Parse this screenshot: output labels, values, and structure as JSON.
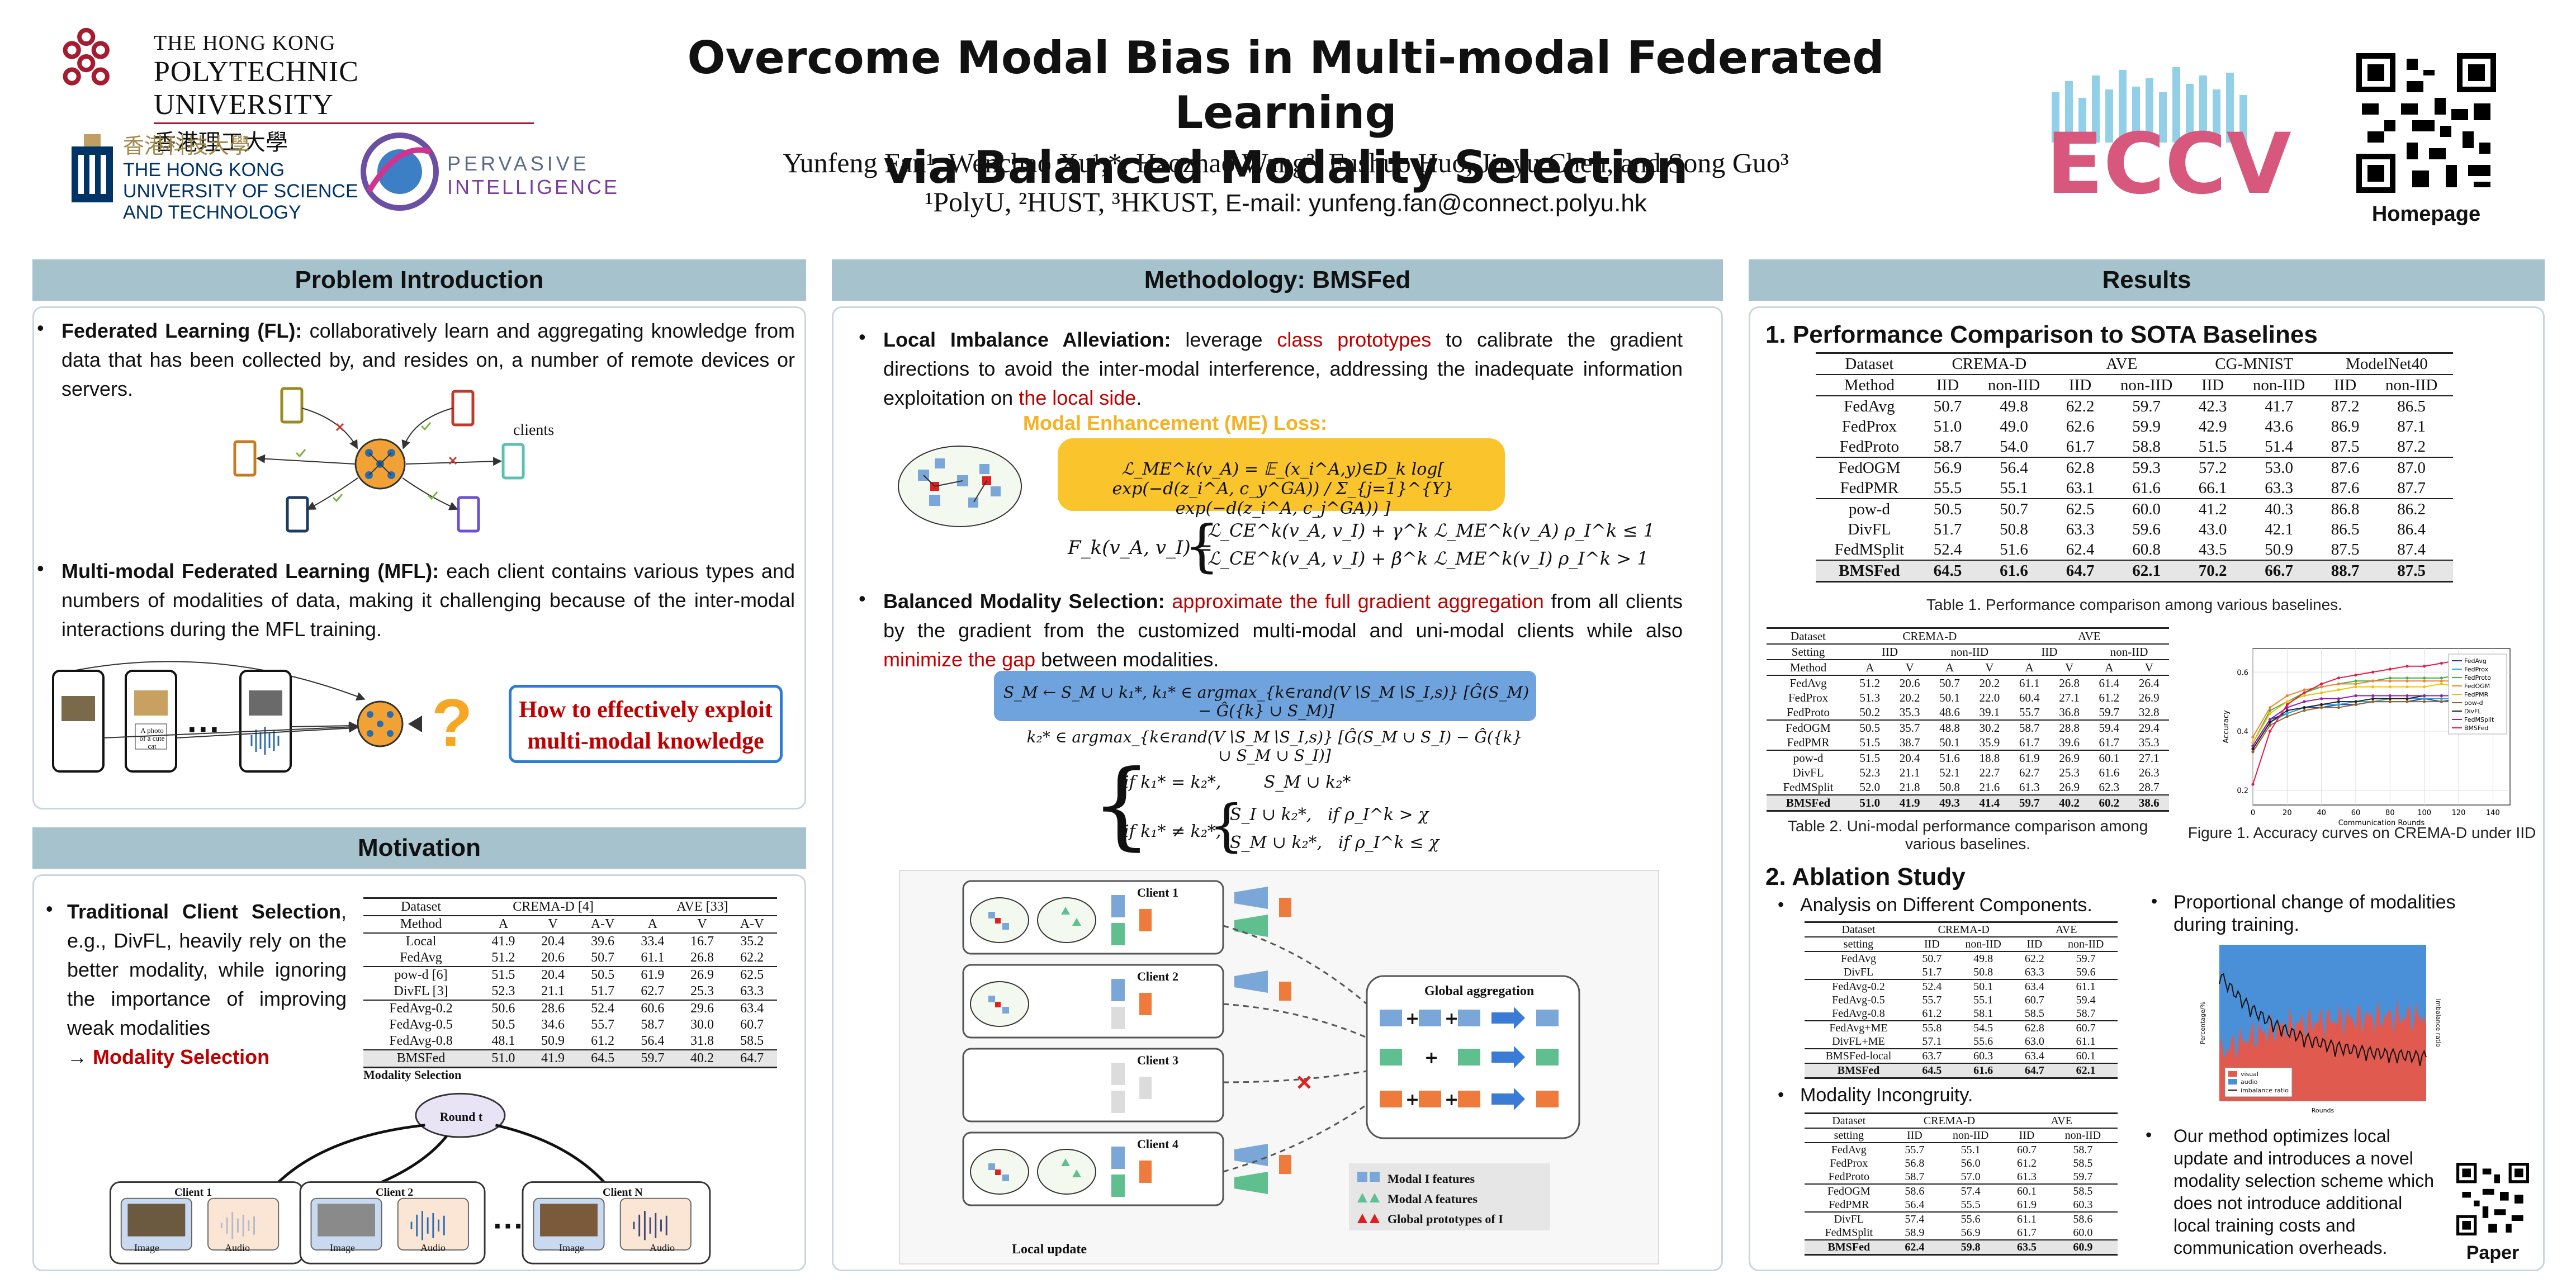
{
  "header": {
    "polyu_en1": "THE HONG KONG",
    "polyu_en2": "POLYTECHNIC UNIVERSITY",
    "polyu_cn": "香港理工大學",
    "hkust_cn": "香港科技大學",
    "hkust_en1": "THE HONG KONG",
    "hkust_en2": "UNIVERSITY OF SCIENCE",
    "hkust_en3": "AND TECHNOLOGY",
    "pi_logo_text1": "PERVASIVE",
    "pi_logo_text2": "INTELLIGENCE",
    "title_line1": "Overcome Modal Bias in Multi-modal Federated Learning",
    "title_line2": "via Balanced Modality Selection",
    "authors": "Yunfeng Fan¹, Wenchao Xu¹,*, Haozhao Wang², Fushuo Huo, Jinyu Chen, and Song Guo³",
    "affiliations": "¹PolyU, ²HUST, ³HKUST, ",
    "email": "E-mail: yunfeng.fan@connect.polyu.hk",
    "eccv_logo": "ECCV",
    "homepage_label": "Homepage"
  },
  "problem": {
    "heading": "Problem Introduction",
    "fl_term": "Federated Learning (FL):",
    "fl_text": " collaboratively learn and aggregating knowledge from data that has been collected by, and resides on, a number of remote devices or servers.",
    "clients_label": "clients",
    "mfl_term": "Multi-modal Federated Learning (MFL):",
    "mfl_text": " each client contains various types and numbers of modalities of data, making it challenging because of the inter-modal interactions during the MFL training.",
    "phone_caption": "A photo of a cute cat",
    "ellipsis": "···",
    "question_mark": "?",
    "callout_line1": "How to effectively exploit",
    "callout_line2": "multi-modal knowledge"
  },
  "motivation": {
    "heading": "Motivation",
    "term": "Traditional Client Selection",
    "text": ", e.g., DivFL, heavily rely on the better modality, while ignoring the importance of improving weak modalities",
    "arrow": "→ ",
    "highlight": "Modality Selection",
    "table": {
      "group_headers": [
        "Dataset",
        "CREMA-D [4]",
        "AVE [33]"
      ],
      "col_headers": [
        "Method",
        "A",
        "V",
        "A-V",
        "A",
        "V",
        "A-V"
      ],
      "rows": [
        [
          "Local",
          "41.9",
          "20.4",
          "39.6",
          "33.4",
          "16.7",
          "35.2"
        ],
        [
          "FedAvg",
          "51.2",
          "20.6",
          "50.7",
          "61.1",
          "26.8",
          "62.2"
        ],
        [
          "pow-d [6]",
          "51.5",
          "20.4",
          "50.5",
          "61.9",
          "26.9",
          "62.5"
        ],
        [
          "DivFL [3]",
          "52.3",
          "21.1",
          "51.7",
          "62.7",
          "25.3",
          "63.3"
        ],
        [
          "FedAvg-0.2",
          "50.6",
          "28.6",
          "52.4",
          "60.6",
          "29.6",
          "63.4"
        ],
        [
          "FedAvg-0.5",
          "50.5",
          "34.6",
          "55.7",
          "58.7",
          "30.0",
          "60.7"
        ],
        [
          "FedAvg-0.8",
          "48.1",
          "50.9",
          "61.2",
          "56.4",
          "31.8",
          "58.5"
        ],
        [
          "BMSFed",
          "51.0",
          "41.9",
          "64.5",
          "59.7",
          "40.2",
          "64.7"
        ]
      ]
    },
    "diagram": {
      "title": "Modality Selection",
      "round": "Round t",
      "client1": "Client 1",
      "client2": "Client 2",
      "clientN": "Client N",
      "image": "Image",
      "audio": "Audio",
      "dots": "···"
    }
  },
  "method": {
    "heading": "Methodology: BMSFed",
    "lia_term": "Local Imbalance Alleviation:",
    "lia_text1": " leverage ",
    "lia_red1": "class prototypes",
    "lia_text2": " to calibrate the gradient directions to avoid the inter-modal interference, addressing the inadequate information exploitation on ",
    "lia_red2": "the local side",
    "lia_text3": ".",
    "me_title": "Modal Enhancement (ME) Loss:",
    "me_eq": "ℒ_ME^k(v_A) = 𝔼_(x_i^A,y)∈D_k log[ exp(−d(z_i^A, c_y^GA)) / Σ_{j=1}^{Y} exp(−d(z_i^A, c_j^GA)) ]",
    "fk_eq_1": "ℒ_CE^k(v_A, v_I) + γ^k ℒ_ME^k(v_A)     ρ_I^k ≤ 1",
    "fk_eq_2": "ℒ_CE^k(v_A, v_I) + β^k ℒ_ME^k(v_I)     ρ_I^k > 1",
    "fk_lhs": "F_k(v_A, v_I) =",
    "bms_term": "Balanced Modality Selection:",
    "bms_red1": "approximate the full gradient aggregation",
    "bms_text1": " from all clients by the gradient from the customized multi-modal and uni-modal clients while also ",
    "bms_red2": "minimize the gap",
    "bms_text2": " between modalities.",
    "sel_eq1": "S_M ← S_M ∪ k₁*,  k₁* ∈ argmax_{k∈rand(V∖S_M∖S_I,s)} [Ĝ(S_M) − Ĝ({k} ∪ S_M)]",
    "sel_eq2": "k₂* ∈ argmax_{k∈rand(V∖S_M∖S_I,s)} [Ĝ(S_M ∪ S_I) − Ĝ({k} ∪ S_M ∪ S_I)]",
    "case1": "if k₁* = k₂*,        S_M ∪ k₂*",
    "case2a": "S_I ∪ k₂*,   if ρ_I^k > χ",
    "case2b": "S_M ∪ k₂*,   if ρ_I^k ≤ χ",
    "case2_cond": "if k₁* ≠ k₂*,",
    "fig": {
      "client1": "Client 1",
      "client2": "Client 2",
      "client3": "Client 3",
      "client4": "Client 4",
      "global": "Global aggregation",
      "local": "Local update",
      "legend1": "Modal I features",
      "legend2": "Modal A features",
      "legend3": "Global prototypes of I"
    }
  },
  "results": {
    "heading": "Results",
    "sub1": "1. Performance Comparison to SOTA Baselines",
    "t1": {
      "groups": [
        "Dataset",
        "CREMA-D",
        "AVE",
        "CG-MNIST",
        "ModelNet40"
      ],
      "cols": [
        "Method",
        "IID",
        "non-IID",
        "IID",
        "non-IID",
        "IID",
        "non-IID",
        "IID",
        "non-IID"
      ],
      "rows": [
        [
          "FedAvg",
          "50.7",
          "49.8",
          "62.2",
          "59.7",
          "42.3",
          "41.7",
          "87.2",
          "86.5"
        ],
        [
          "FedProx",
          "51.0",
          "49.0",
          "62.6",
          "59.9",
          "42.9",
          "43.6",
          "86.9",
          "87.1"
        ],
        [
          "FedProto",
          "58.7",
          "54.0",
          "61.7",
          "58.8",
          "51.5",
          "51.4",
          "87.5",
          "87.2"
        ],
        [
          "FedOGM",
          "56.9",
          "56.4",
          "62.8",
          "59.3",
          "57.2",
          "53.0",
          "87.6",
          "87.0"
        ],
        [
          "FedPMR",
          "55.5",
          "55.1",
          "63.1",
          "61.6",
          "66.1",
          "63.3",
          "87.6",
          "87.7"
        ],
        [
          "pow-d",
          "50.5",
          "50.7",
          "62.5",
          "60.0",
          "41.2",
          "40.3",
          "86.8",
          "86.2"
        ],
        [
          "DivFL",
          "51.7",
          "50.8",
          "63.3",
          "59.6",
          "43.0",
          "42.1",
          "86.5",
          "86.4"
        ],
        [
          "FedMSplit",
          "52.4",
          "51.6",
          "62.4",
          "60.8",
          "43.5",
          "50.9",
          "87.5",
          "87.4"
        ],
        [
          "BMSFed",
          "64.5",
          "61.6",
          "64.7",
          "62.1",
          "70.2",
          "66.7",
          "88.7",
          "87.5"
        ]
      ],
      "caption": "Table 1. Performance comparison among various baselines."
    },
    "t2": {
      "groups": [
        "Dataset",
        "CREMA-D",
        "AVE"
      ],
      "settings": [
        "Setting",
        "IID",
        "non-IID",
        "IID",
        "non-IID"
      ],
      "cols": [
        "Method",
        "A",
        "V",
        "A",
        "V",
        "A",
        "V",
        "A",
        "V"
      ],
      "rows": [
        [
          "FedAvg",
          "51.2",
          "20.6",
          "50.7",
          "20.2",
          "61.1",
          "26.8",
          "61.4",
          "26.4"
        ],
        [
          "FedProx",
          "51.3",
          "20.2",
          "50.1",
          "22.0",
          "60.4",
          "27.1",
          "61.2",
          "26.9"
        ],
        [
          "FedProto",
          "50.2",
          "35.3",
          "48.6",
          "39.1",
          "55.7",
          "36.8",
          "59.7",
          "32.8"
        ],
        [
          "FedOGM",
          "50.5",
          "35.7",
          "48.8",
          "30.2",
          "58.7",
          "28.8",
          "59.4",
          "29.4"
        ],
        [
          "FedPMR",
          "51.5",
          "38.7",
          "50.1",
          "35.9",
          "61.7",
          "39.6",
          "61.7",
          "35.3"
        ],
        [
          "pow-d",
          "51.5",
          "20.4",
          "51.6",
          "18.8",
          "61.9",
          "26.9",
          "60.1",
          "27.1"
        ],
        [
          "DivFL",
          "52.3",
          "21.1",
          "52.1",
          "22.7",
          "62.7",
          "25.3",
          "61.6",
          "26.3"
        ],
        [
          "FedMSplit",
          "52.0",
          "21.8",
          "50.8",
          "21.6",
          "61.3",
          "26.9",
          "62.3",
          "28.7"
        ],
        [
          "BMSFed",
          "51.0",
          "41.9",
          "49.3",
          "41.4",
          "59.7",
          "40.2",
          "60.2",
          "38.6"
        ]
      ],
      "caption1": "Table 2. Uni-modal performance comparison among",
      "caption2": "various baselines."
    },
    "fig1_caption": "Figure 1. Accuracy curves on CREMA-D under IID",
    "sub2": "2. Ablation Study",
    "abl1_title": "Analysis on Different Components.",
    "t3": {
      "groups": [
        "Dataset",
        "CREMA-D",
        "AVE"
      ],
      "cols": [
        "setting",
        "IID",
        "non-IID",
        "IID",
        "non-IID"
      ],
      "rows": [
        [
          "FedAvg",
          "50.7",
          "49.8",
          "62.2",
          "59.7"
        ],
        [
          "DivFL",
          "51.7",
          "50.8",
          "63.3",
          "59.6"
        ],
        [
          "FedAvg-0.2",
          "52.4",
          "50.1",
          "63.4",
          "61.1"
        ],
        [
          "FedAvg-0.5",
          "55.7",
          "55.1",
          "60.7",
          "59.4"
        ],
        [
          "FedAvg-0.8",
          "61.2",
          "58.1",
          "58.5",
          "58.7"
        ],
        [
          "FedAvg+ME",
          "55.8",
          "54.5",
          "62.8",
          "60.7"
        ],
        [
          "DivFL+ME",
          "57.1",
          "55.6",
          "63.0",
          "61.1"
        ],
        [
          "BMSFed-local",
          "63.7",
          "60.3",
          "63.4",
          "60.1"
        ],
        [
          "BMSFed",
          "64.5",
          "61.6",
          "64.7",
          "62.1"
        ]
      ]
    },
    "abl2_title": "Modality Incongruity.",
    "t4": {
      "groups": [
        "Dataset",
        "CREMA-D",
        "AVE"
      ],
      "cols": [
        "setting",
        "IID",
        "non-IID",
        "IID",
        "non-IID"
      ],
      "rows": [
        [
          "FedAvg",
          "55.7",
          "55.1",
          "60.7",
          "58.7"
        ],
        [
          "FedProx",
          "56.8",
          "56.0",
          "61.2",
          "58.5"
        ],
        [
          "FedProto",
          "58.7",
          "57.0",
          "61.3",
          "59.7"
        ],
        [
          "FedOGM",
          "58.6",
          "57.4",
          "60.1",
          "58.5"
        ],
        [
          "FedPMR",
          "56.4",
          "55.5",
          "61.9",
          "60.3"
        ],
        [
          "DivFL",
          "57.4",
          "55.6",
          "61.1",
          "58.6"
        ],
        [
          "FedMSplit",
          "58.9",
          "56.9",
          "61.7",
          "60.0"
        ],
        [
          "BMSFed",
          "62.4",
          "59.8",
          "63.5",
          "60.9"
        ]
      ]
    },
    "prop_title1": "Proportional change of modalities",
    "prop_title2": "during training.",
    "conclusion": "Our method optimizes local update and introduces a novel modality selection scheme which does not introduce additional local training costs and communication overheads.",
    "paper_label": "Paper"
  },
  "chart_data": [
    {
      "type": "line",
      "title": "",
      "xlabel": "Communication Rounds",
      "ylabel": "Accuracy",
      "xlim": [
        0,
        150
      ],
      "ylim": [
        0.15,
        0.68
      ],
      "x_ticks": [
        "0",
        "20",
        "40",
        "60",
        "80",
        "100",
        "120",
        "140"
      ],
      "y_ticks": [
        "0.2",
        "0.4",
        "0.6"
      ],
      "x": [
        0,
        10,
        20,
        30,
        40,
        50,
        60,
        70,
        80,
        90,
        100,
        110,
        120,
        130,
        140
      ],
      "series": [
        {
          "name": "FedAvg",
          "color": "#1f3fbf",
          "values": [
            0.35,
            0.44,
            0.46,
            0.48,
            0.48,
            0.49,
            0.49,
            0.5,
            0.5,
            0.5,
            0.51,
            0.5,
            0.51,
            0.51,
            0.51
          ]
        },
        {
          "name": "FedProx",
          "color": "#2aa7d8",
          "values": [
            0.34,
            0.43,
            0.46,
            0.48,
            0.49,
            0.49,
            0.5,
            0.5,
            0.51,
            0.51,
            0.51,
            0.51,
            0.51,
            0.51,
            0.51
          ]
        },
        {
          "name": "FedProto",
          "color": "#3cb44b",
          "values": [
            0.36,
            0.47,
            0.5,
            0.53,
            0.55,
            0.56,
            0.57,
            0.57,
            0.58,
            0.58,
            0.58,
            0.58,
            0.59,
            0.59,
            0.59
          ]
        },
        {
          "name": "FedOGM",
          "color": "#f58231",
          "values": [
            0.38,
            0.48,
            0.52,
            0.54,
            0.55,
            0.56,
            0.56,
            0.57,
            0.57,
            0.57,
            0.57,
            0.57,
            0.57,
            0.57,
            0.57
          ]
        },
        {
          "name": "FedPMR",
          "color": "#e6c700",
          "values": [
            0.36,
            0.46,
            0.5,
            0.52,
            0.53,
            0.54,
            0.55,
            0.55,
            0.55,
            0.55,
            0.55,
            0.56,
            0.55,
            0.56,
            0.56
          ]
        },
        {
          "name": "pow-d",
          "color": "#9a6324",
          "values": [
            0.33,
            0.42,
            0.45,
            0.47,
            0.48,
            0.48,
            0.49,
            0.5,
            0.5,
            0.5,
            0.5,
            0.5,
            0.5,
            0.51,
            0.51
          ]
        },
        {
          "name": "DivFL",
          "color": "#222222",
          "values": [
            0.34,
            0.43,
            0.47,
            0.48,
            0.49,
            0.5,
            0.5,
            0.51,
            0.51,
            0.51,
            0.52,
            0.52,
            0.52,
            0.52,
            0.52
          ]
        },
        {
          "name": "FedMSplit",
          "color": "#911eb4",
          "values": [
            0.35,
            0.44,
            0.48,
            0.5,
            0.51,
            0.51,
            0.52,
            0.52,
            0.52,
            0.52,
            0.52,
            0.52,
            0.52,
            0.52,
            0.52
          ]
        },
        {
          "name": "BMSFed",
          "color": "#e6194b",
          "values": [
            0.22,
            0.4,
            0.49,
            0.53,
            0.56,
            0.58,
            0.59,
            0.6,
            0.61,
            0.62,
            0.62,
            0.63,
            0.64,
            0.64,
            0.65
          ]
        }
      ]
    },
    {
      "type": "area",
      "xlabel": "Rounds",
      "ylabel": "Percentage/%",
      "y2label": "Imbalance ratio",
      "series": [
        {
          "name": "visual",
          "color": "#e05a4f"
        },
        {
          "name": "audio",
          "color": "#4a90d9"
        },
        {
          "name": "imbalance ratio",
          "color": "#222222"
        }
      ]
    }
  ]
}
